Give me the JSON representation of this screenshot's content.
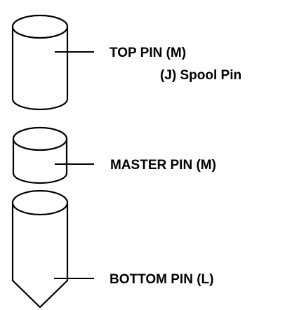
{
  "diagram": {
    "labels": {
      "top_pin": "TOP PIN (M)",
      "spool_pin": "(J) Spool Pin",
      "master_pin": "MASTER PIN (M)",
      "bottom_pin": "BOTTOM PIN (L)"
    },
    "colors": {
      "stroke": "#000000",
      "fill": "#ffffff",
      "text": "#000000"
    }
  }
}
